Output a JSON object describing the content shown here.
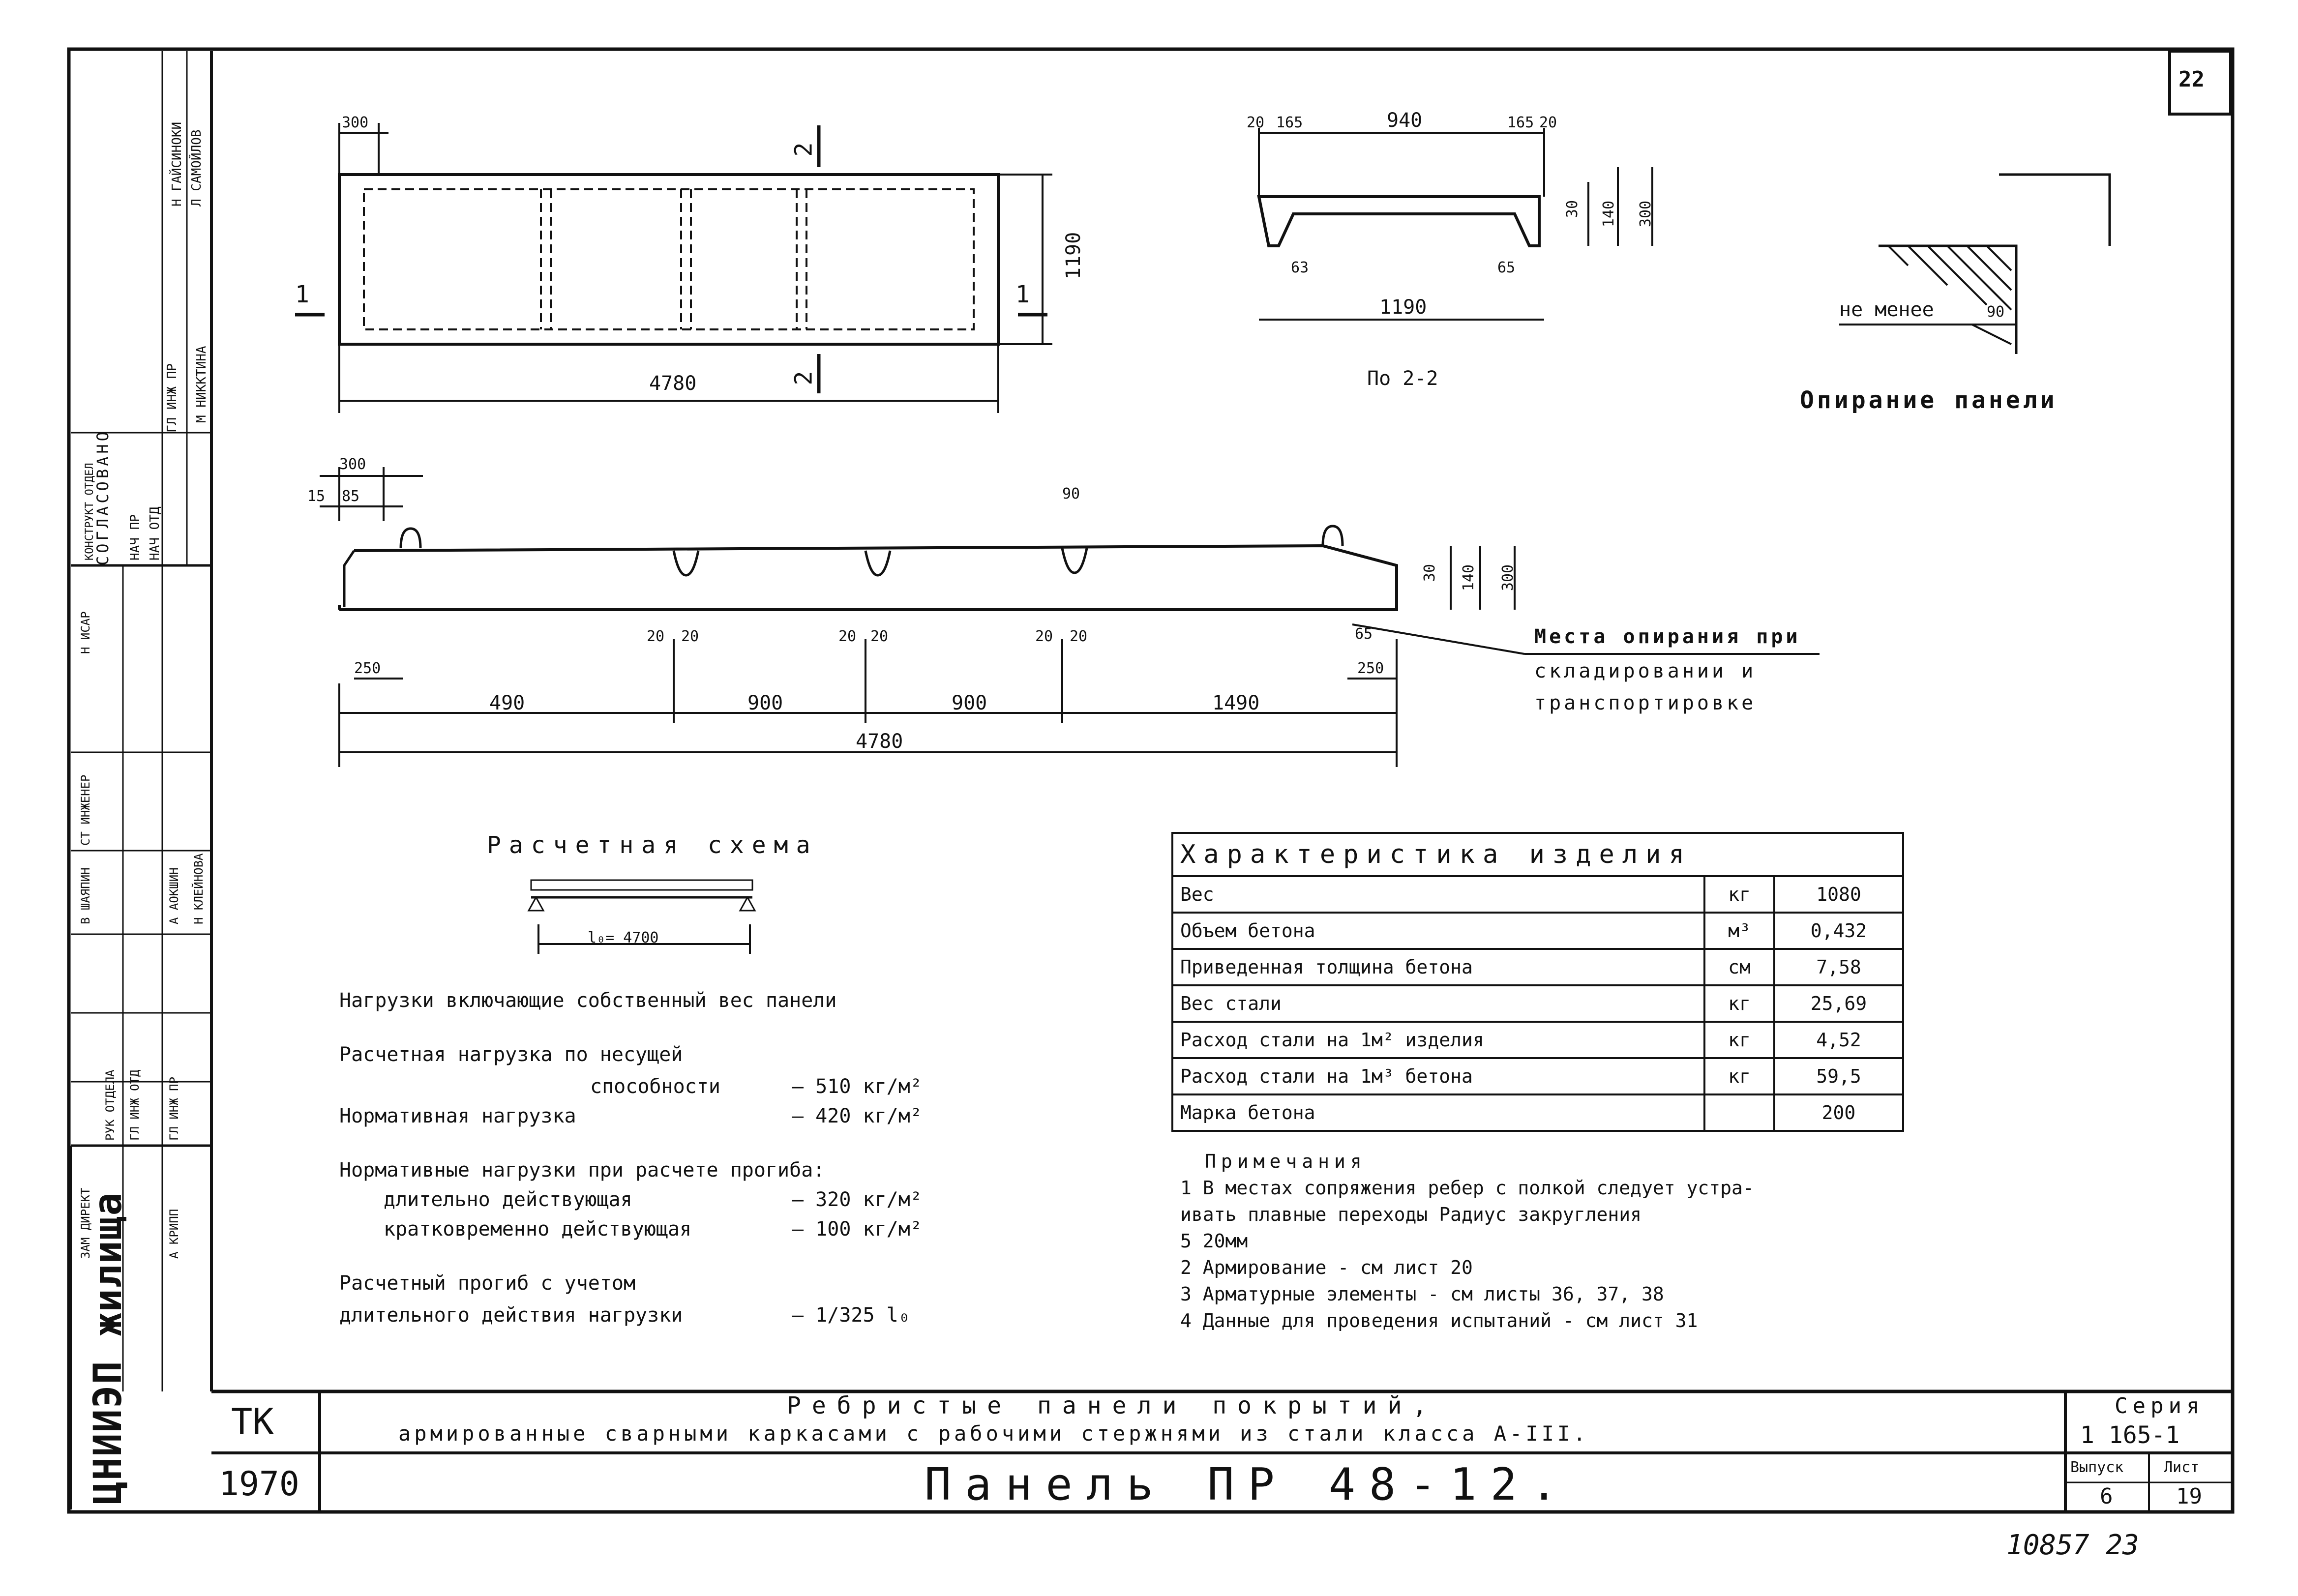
{
  "sheet_no": "22",
  "approval": {
    "title": "СОГЛАСОВАНО",
    "roles": [
      "НАЧ ПР",
      "НАЧ ОТД",
      "ГЛ ИНЖ ПР"
    ],
    "names": [
      "Н ГАЙСИНОКИ",
      "Л САМОЙЛОВ",
      "М НИККТИНА"
    ],
    "dept": "КОНСТРУКТ ОТДЕЛ"
  },
  "staff": {
    "roles": [
      "ЗАМ ДИРЕКТ",
      "РУК ОТДЕЛА",
      "ГЛ ИНЖ ОТД",
      "ГЛ ИНЖ ПР",
      "СТ ИНЖЕНЕР",
      "Н ИСАР"
    ],
    "names": [
      "А КРИПП",
      "В ШАЯПИН",
      "А АОКШИН",
      "Н КЛЕЙНОВА"
    ]
  },
  "org": "ЦНИИЭП жилища",
  "plan": {
    "dims": [
      "300",
      "4780",
      "1190"
    ],
    "section_marks": [
      "1",
      "1",
      "2",
      "2"
    ]
  },
  "section22": {
    "dims": [
      "20",
      "165",
      "940",
      "165",
      "20",
      "30",
      "140",
      "300",
      "63",
      "65",
      "1190"
    ],
    "caption": "По 2-2"
  },
  "support": {
    "label": "не менее",
    "dim": "90",
    "caption": "Опирание панели"
  },
  "elevation": {
    "top_dims": [
      "300",
      "15",
      "85",
      "90"
    ],
    "rib_dims": [
      "20",
      "20",
      "20",
      "20",
      "20",
      "20"
    ],
    "side_dims": [
      "30",
      "140",
      "300"
    ],
    "end_dims": [
      "250",
      "65",
      "250"
    ],
    "spans": [
      "490",
      "900",
      "900",
      "1490"
    ],
    "total": "4780",
    "support_note": [
      "Места опирания при",
      "складировании и",
      "транспортировке"
    ]
  },
  "scheme": {
    "title": "Расчетная схема",
    "span": "l₀= 4700"
  },
  "loads": {
    "header": "Нагрузки включающие собственный вес панели",
    "calc_label_1": "Расчетная нагрузка по несущей",
    "calc_label_2": "способности",
    "calc_val": "— 510 кг/м²",
    "norm_label": "Нормативная нагрузка",
    "norm_val": "— 420 кг/м²",
    "defl_header": "Нормативные нагрузки при расчете прогиба:",
    "long_label": "длительно действующая",
    "long_val": "— 320 кг/м²",
    "short_label": "кратковременно действующая",
    "short_val": "— 100 кг/м²",
    "sag_label_1": "Расчетный прогиб с учетом",
    "sag_label_2": "длительного действия нагрузки",
    "sag_val": "— 1/325 l₀"
  },
  "spec_table": {
    "title": "Характеристика изделия",
    "rows": [
      {
        "name": "Вес",
        "unit": "кг",
        "value": "1080"
      },
      {
        "name": "Объем бетона",
        "unit": "м³",
        "value": "0,432"
      },
      {
        "name": "Приведенная толщина бетона",
        "unit": "см",
        "value": "7,58"
      },
      {
        "name": "Вес стали",
        "unit": "кг",
        "value": "25,69"
      },
      {
        "name": "Расход стали на 1м² изделия",
        "unit": "кг",
        "value": "4,52"
      },
      {
        "name": "Расход стали на 1м³ бетона",
        "unit": "кг",
        "value": "59,5"
      },
      {
        "name": "Марка бетона",
        "unit": "",
        "value": "200"
      }
    ]
  },
  "notes": {
    "title": "Примечания",
    "items": [
      "1  В местах сопряжения ребер с полкой следует устра-",
      "   ивать плавные переходы Радиус закругления",
      "   5 20мм",
      "2  Армирование - см лист 20",
      "3  Арматурные элементы - см листы 36, 37, 38",
      "4  Данные для проведения испытаний - см лист 31"
    ]
  },
  "title_block": {
    "code": "ТК",
    "year": "1970",
    "title_1": "Ребристые панели покрытий,",
    "title_2": "армированные сварными каркасами с рабочими стержнями из стали класса А-III.",
    "panel": "Панель ПР 48-12.",
    "series_label": "Серия",
    "series": "1 165-1",
    "issue_label": "Выпуск",
    "issue": "6",
    "sheet_label": "Лист",
    "sheet": "19"
  },
  "footer_ref": "10857 23"
}
